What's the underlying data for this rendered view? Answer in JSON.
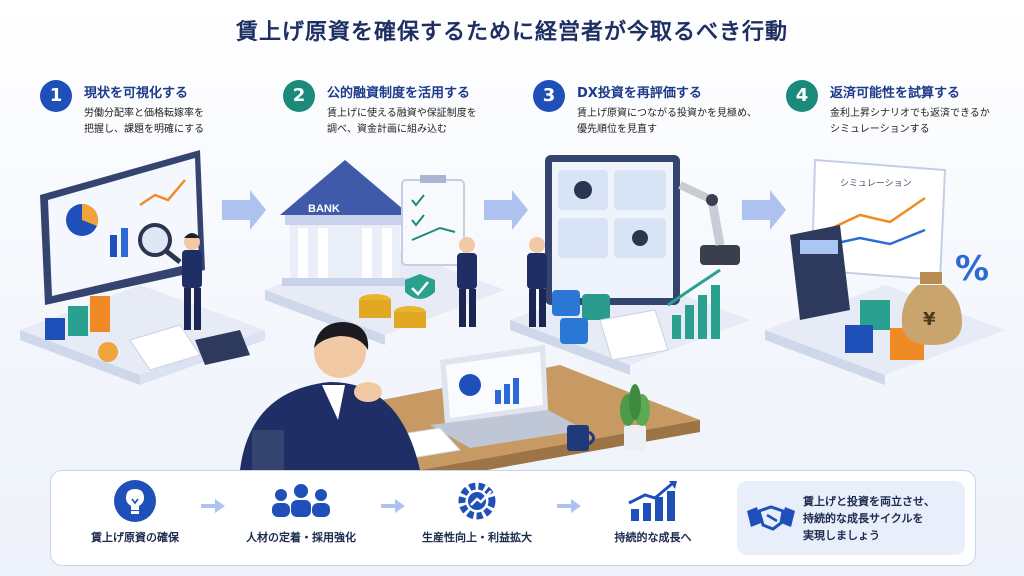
{
  "title": "賃上げ原資を確保するために経営者が今取るべき行動",
  "steps": [
    {
      "number": "1",
      "title": "現状を可視化する",
      "desc": "労働分配率と価格転嫁率を\n把握し、課題を明確にする"
    },
    {
      "number": "2",
      "title": "公的融資制度を活用する",
      "desc": "賃上げに使える融資や保証制度を\n調べ、資金計画に組み込む"
    },
    {
      "number": "3",
      "title": "DX投資を再評価する",
      "desc": "賃上げ原資につながる投資かを見極め、\n優先順位を見直す"
    },
    {
      "number": "4",
      "title": "返済可能性を試算する",
      "desc": "金利上昇シナリオでも返済できるか\nシミュレーションする"
    }
  ],
  "illustration": {
    "bank_sign": "BANK",
    "simulation_label": "シミュレーション",
    "percent_symbol": "%",
    "yen_symbol": "¥"
  },
  "flow": [
    {
      "label": "賃上げ原資の確保",
      "icon": "lightbulb-icon"
    },
    {
      "label": "人材の定着・採用強化",
      "icon": "people-icon"
    },
    {
      "label": "生産性向上・利益拡大",
      "icon": "gear-growth-icon"
    },
    {
      "label": "持続的な成長へ",
      "icon": "rising-bar-chart-icon"
    }
  ],
  "summary": {
    "text": "賃上げと投資を両立させ、\n持続的な成長サイクルを\n実現しましょう",
    "icon": "handshake-icon"
  },
  "colors": {
    "navy": "#1e2f63",
    "blue": "#1f4fb8",
    "teal": "#1c8a7a",
    "orange": "#f08a24",
    "gold": "#e9b52c"
  }
}
